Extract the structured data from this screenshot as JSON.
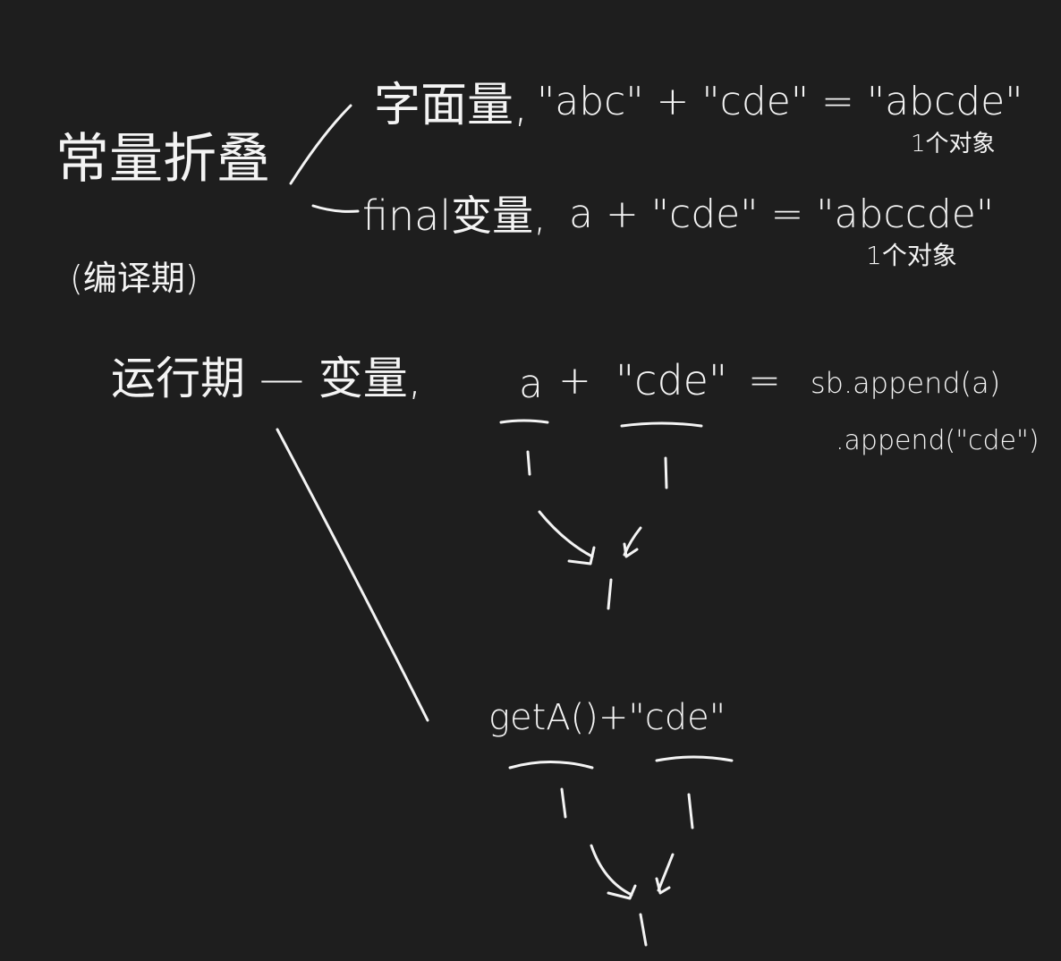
{
  "colors": {
    "background": "#1e1e1e",
    "ink": "#f4f4f4"
  },
  "notes": {
    "constant_folding": "常量折叠",
    "compile_time": "(编译期)",
    "literal_line": {
      "label": "字面量,",
      "expr": "\"abc\" + \"cde\" = \"abcde\"",
      "note": "1个对象"
    },
    "final_line": {
      "label": "final变量,",
      "expr": "a + \"cde\" = \"abccde\"",
      "note": "1个对象"
    },
    "runtime_line": {
      "label": "运行期 — 变量,",
      "a": "a",
      "plus": "+",
      "cde": "\"cde\"",
      "equals": "=",
      "sb1": "sb.append(a)",
      "sb2": ".append(\"cde\")"
    },
    "method_line": {
      "expr": "getA()+\"cde\""
    }
  }
}
